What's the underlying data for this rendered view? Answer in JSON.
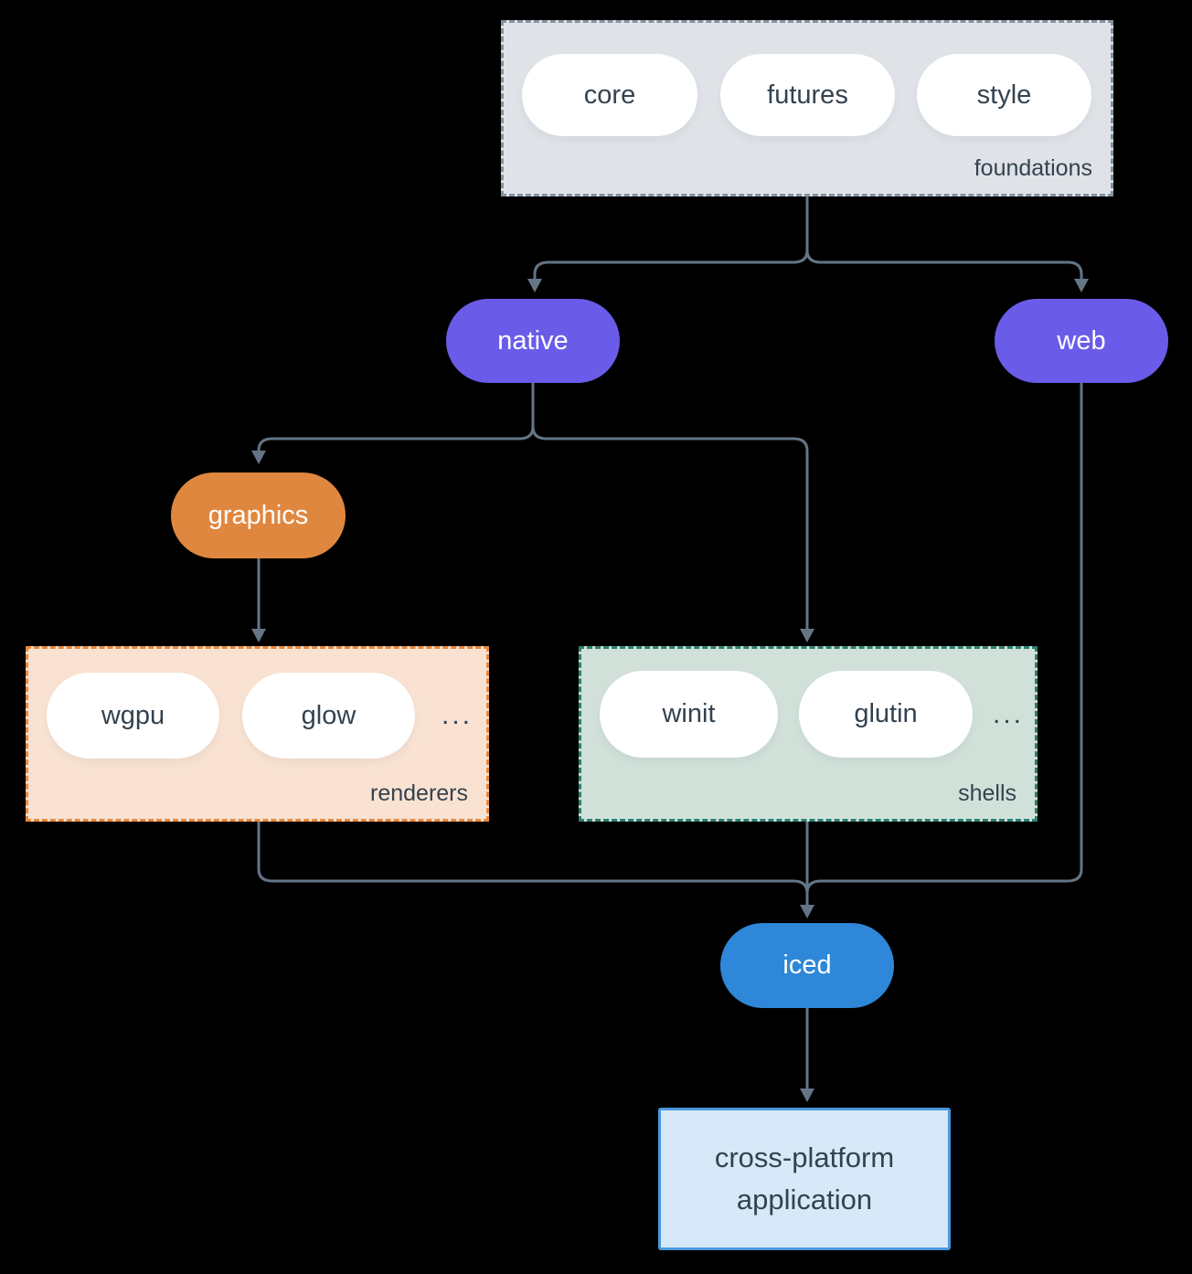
{
  "diagram": {
    "groups": {
      "foundations": {
        "label": "foundations",
        "items": [
          "core",
          "futures",
          "style"
        ]
      },
      "renderers": {
        "label": "renderers",
        "items": [
          "wgpu",
          "glow"
        ],
        "ellipsis": "..."
      },
      "shells": {
        "label": "shells",
        "items": [
          "winit",
          "glutin"
        ],
        "ellipsis": "..."
      }
    },
    "nodes": {
      "native": "native",
      "web": "web",
      "graphics": "graphics",
      "iced": "iced",
      "application": {
        "label": "cross-platform application",
        "line1": "cross-platform",
        "line2": "application"
      }
    },
    "edges": [
      {
        "from": "foundations",
        "to": "native"
      },
      {
        "from": "foundations",
        "to": "web"
      },
      {
        "from": "native",
        "to": "graphics"
      },
      {
        "from": "native",
        "to": "shells"
      },
      {
        "from": "graphics",
        "to": "renderers"
      },
      {
        "from": "renderers",
        "to": "iced"
      },
      {
        "from": "shells",
        "to": "iced"
      },
      {
        "from": "web",
        "to": "iced"
      },
      {
        "from": "iced",
        "to": "application"
      }
    ],
    "colors": {
      "background": "#000000",
      "edge": "#657586",
      "foundations_fill": "#dfe3e7",
      "foundations_border": "#8493a1",
      "renderers_fill": "#f9e2d2",
      "renderers_border": "#e8873b",
      "shells_fill": "#d1e1d9",
      "shells_border": "#2c8070",
      "purple_node": "#6a5ce8",
      "orange_node": "#e0873f",
      "blue_node": "#2e87d8",
      "application_fill": "#d7e8f9",
      "application_border": "#4b97dd",
      "text_dark": "#35424f"
    }
  }
}
